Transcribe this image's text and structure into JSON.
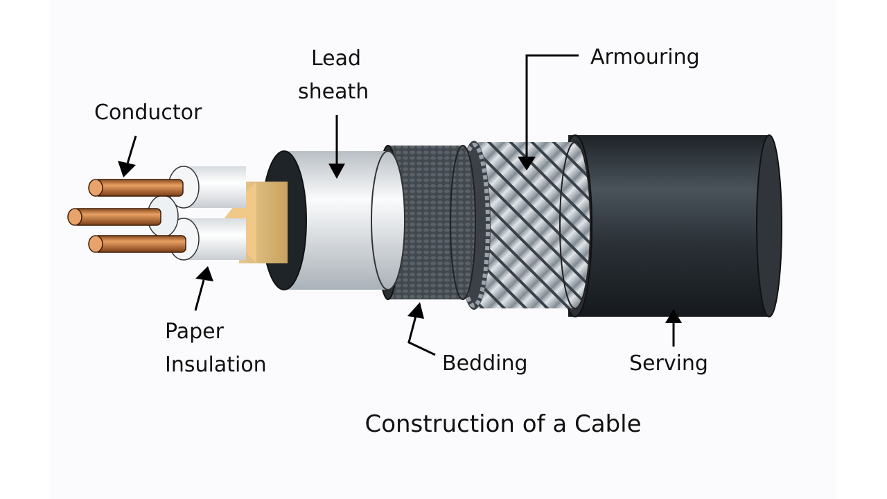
{
  "title": "Construction of a Cable",
  "labels": {
    "conductor": "Conductor",
    "paper_insulation_line1": "Paper",
    "paper_insulation_line2": "Insulation",
    "lead_sheath_line1": "Lead",
    "lead_sheath_line2": "sheath",
    "armouring": "Armouring",
    "bedding": "Bedding",
    "serving": "Serving"
  },
  "colors": {
    "copper": "#c8743a",
    "insulation": "#eceff2",
    "lead": "#d9dde1",
    "bedding": "#3c4248",
    "armour": "#aeb6bd",
    "serving": "#2b3137",
    "arrow": "#000000"
  }
}
